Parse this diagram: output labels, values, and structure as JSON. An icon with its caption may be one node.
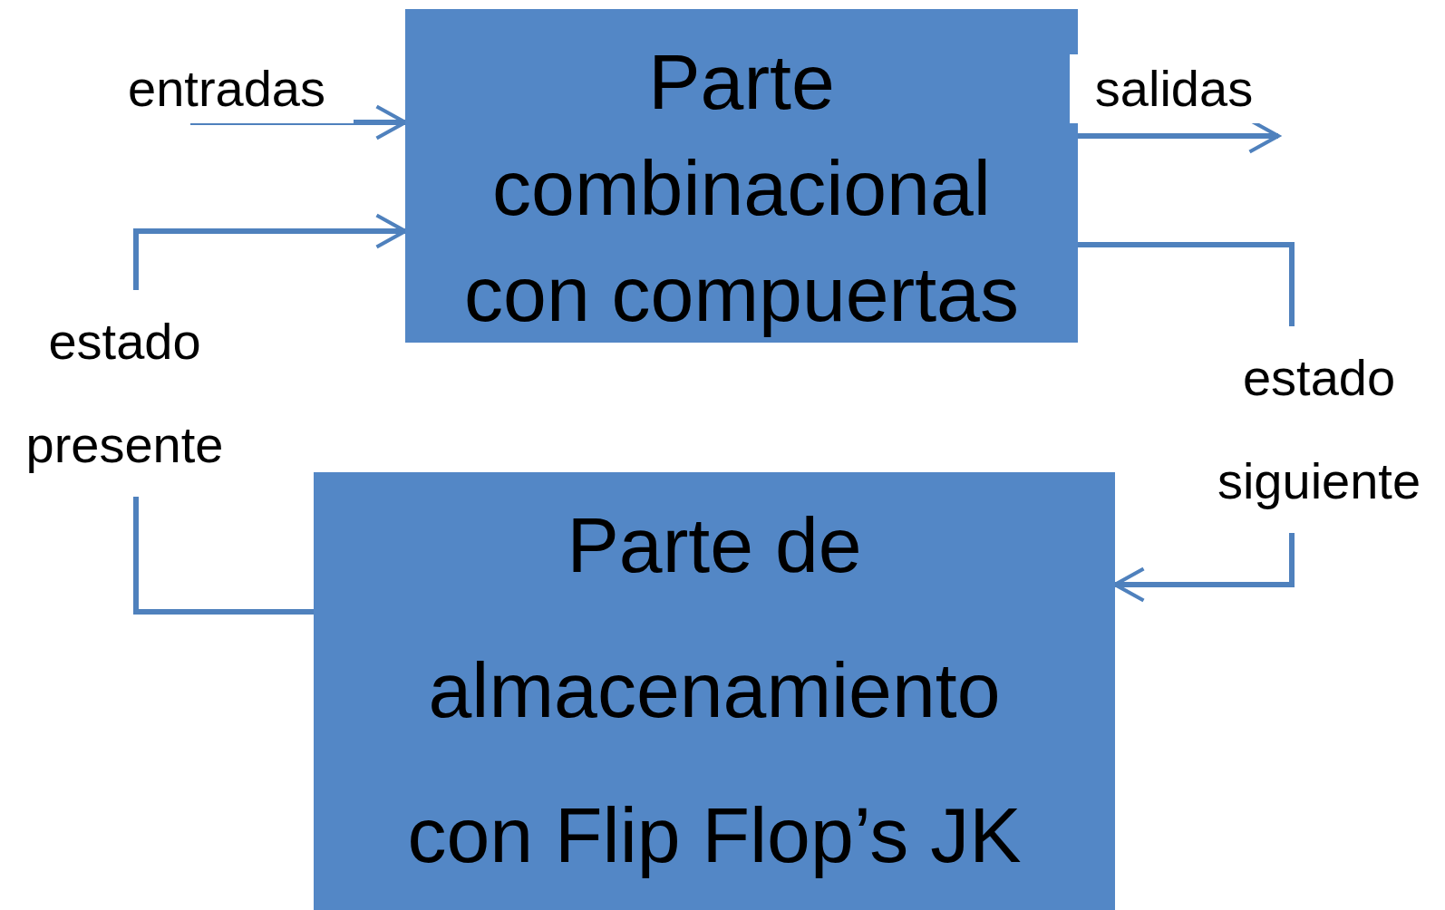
{
  "diagram": {
    "nodes": [
      {
        "text": [
          "Parte combinacional con compuertas"
        ]
      },
      {
        "text": [
          "Parte de almacenamiento con Flip Flop’s JK"
        ]
      }
    ],
    "edges": [
      {
        "from": null,
        "to": 0,
        "arrow": "to",
        "label": "entradas"
      },
      {
        "from": 0,
        "to": null,
        "arrow": "to",
        "label": "salidas"
      },
      {
        "from": 0,
        "to": 1,
        "arrow": "to",
        "label": "estado siguiente"
      },
      {
        "from": 1,
        "to": 0,
        "arrow": "to",
        "label": "estado presente"
      }
    ]
  }
}
